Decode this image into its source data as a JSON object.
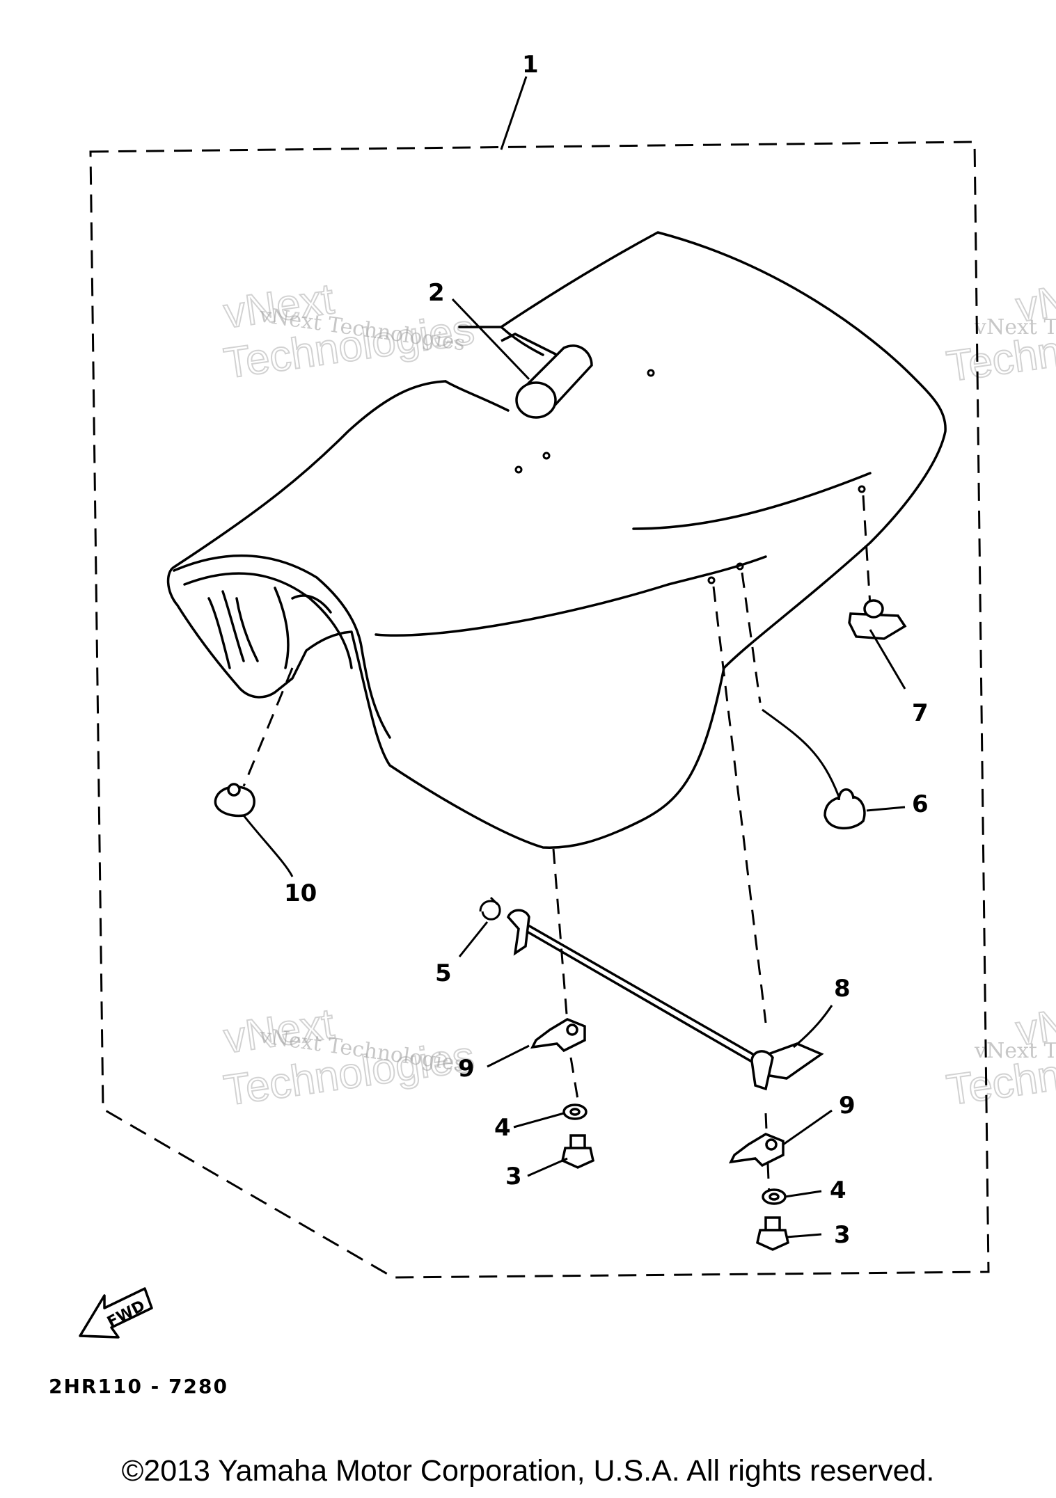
{
  "diagram": {
    "callouts": [
      {
        "id": "1",
        "label": "1"
      },
      {
        "id": "2",
        "label": "2"
      },
      {
        "id": "3a",
        "label": "3"
      },
      {
        "id": "3b",
        "label": "3"
      },
      {
        "id": "4a",
        "label": "4"
      },
      {
        "id": "4b",
        "label": "4"
      },
      {
        "id": "5",
        "label": "5"
      },
      {
        "id": "6",
        "label": "6"
      },
      {
        "id": "7",
        "label": "7"
      },
      {
        "id": "8",
        "label": "8"
      },
      {
        "id": "9a",
        "label": "9"
      },
      {
        "id": "9b",
        "label": "9"
      },
      {
        "id": "10",
        "label": "10"
      }
    ],
    "fwd_label": "FWD",
    "part_code": "2HR110 - 7280"
  },
  "watermark": {
    "line1": "vNext Technologies",
    "line2a": "vNext",
    "line2b": "Technologies",
    "partial1": "vNext T",
    "partial2": "vN",
    "partial3": "Techn"
  },
  "footer": {
    "copyright": "©2013 Yamaha Motor Corporation, U.S.A. All rights reserved."
  }
}
